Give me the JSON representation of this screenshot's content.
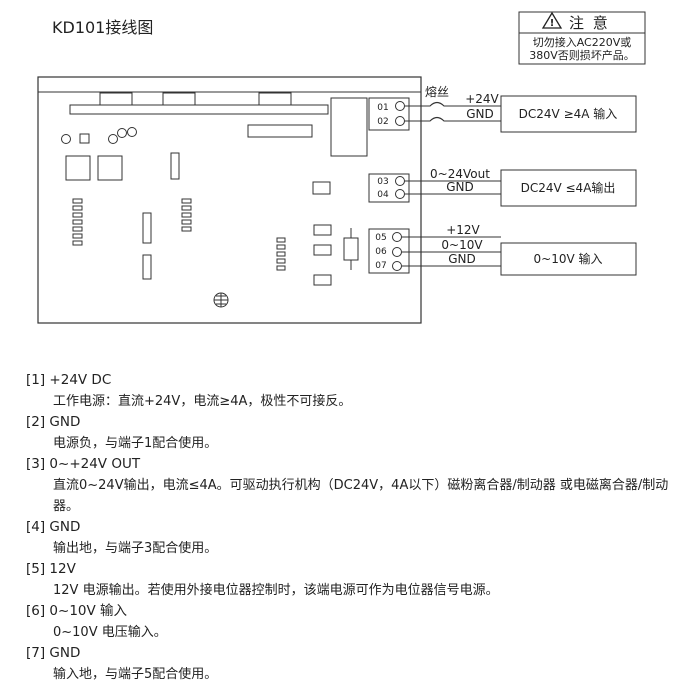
{
  "title": "KD101接线图",
  "warning": {
    "title": "注 意",
    "line1": "切勿接入AC220V或",
    "line2": "380V否则损坏产品。"
  },
  "fuse_label": "熔丝",
  "terminals": [
    "01",
    "02",
    "03",
    "04",
    "05",
    "06",
    "07"
  ],
  "wires": {
    "w1": "+24V",
    "w2": "GND",
    "w3": "0~24Vout",
    "w4": "GND",
    "w5": "+12V",
    "w6": "0~10V",
    "w7": "GND"
  },
  "devices": {
    "power_in": "DC24V ≥4A 输入",
    "power_out": "DC24V ≤4A输出",
    "signal_in": "0~10V 输入"
  },
  "descriptions": [
    {
      "head": "[1]  +24V DC",
      "body": "工作电源：直流+24V，电流≥4A，极性不可接反。"
    },
    {
      "head": "[2] GND",
      "body": "电源负，与端子1配合使用。"
    },
    {
      "head": "[3] 0~+24V OUT",
      "body": "直流0~24V输出，电流≤4A。可驱动执行机构（DC24V，4A以下）磁粉离合器/制动器 或电磁离合器/制动器。"
    },
    {
      "head": "[4] GND",
      "body": "输出地，与端子3配合使用。"
    },
    {
      "head": "[5] 12V",
      "body": "12V 电源输出。若使用外接电位器控制时，该端电源可作为电位器信号电源。"
    },
    {
      "head": "[6]  0~10V 输入",
      "body": "0~10V 电压输入。"
    },
    {
      "head": "[7] GND",
      "body": "输入地，与端子5配合使用。"
    }
  ]
}
